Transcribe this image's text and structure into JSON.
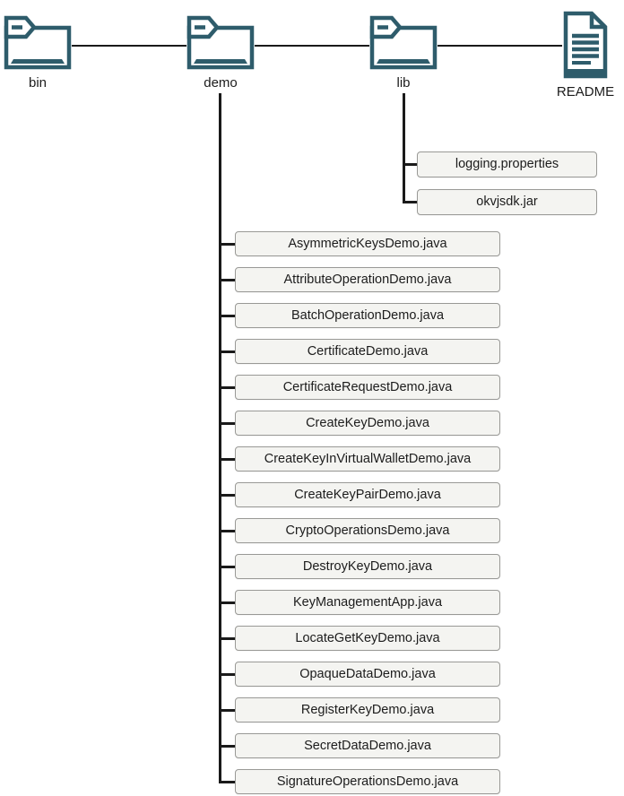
{
  "tree": {
    "roots": [
      {
        "label": "bin",
        "type": "folder"
      },
      {
        "label": "demo",
        "type": "folder"
      },
      {
        "label": "lib",
        "type": "folder"
      },
      {
        "label": "README",
        "type": "document"
      }
    ],
    "demo_children": [
      "AsymmetricKeysDemo.java",
      "AttributeOperationDemo.java",
      "BatchOperationDemo.java",
      "CertificateDemo.java",
      "CertificateRequestDemo.java",
      "CreateKeyDemo.java",
      "CreateKeyInVirtualWalletDemo.java",
      "CreateKeyPairDemo.java",
      "CryptoOperationsDemo.java",
      "DestroyKeyDemo.java",
      "KeyManagementApp.java",
      "LocateGetKeyDemo.java",
      "OpaqueDataDemo.java",
      "RegisterKeyDemo.java",
      "SecretDataDemo.java",
      "SignatureOperationsDemo.java"
    ],
    "lib_children": [
      "logging.properties",
      "okvjsdk.jar"
    ]
  },
  "colors": {
    "icon": "#2E5C6B",
    "line": "#1a1a1a",
    "box_background": "#f4f4f1",
    "box_border": "#999996",
    "text": "#1c1c1c"
  }
}
